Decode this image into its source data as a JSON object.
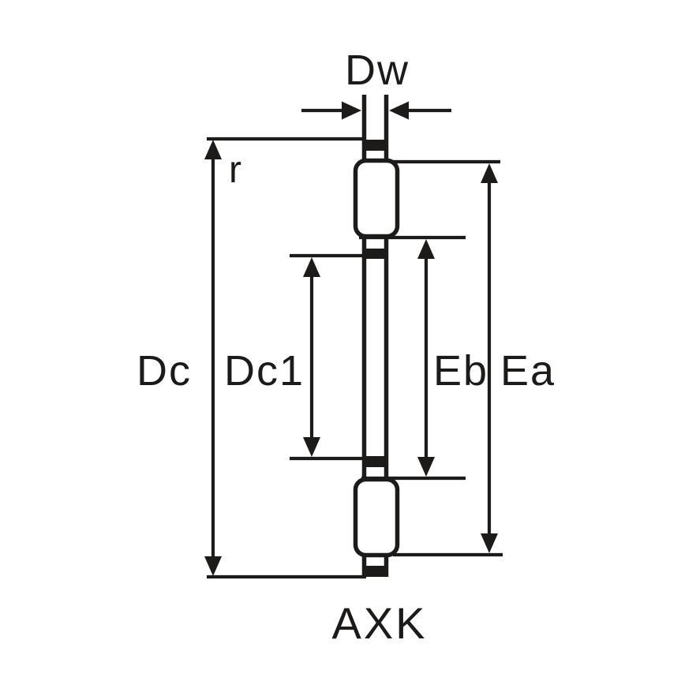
{
  "diagram": {
    "part_label": "AXK",
    "dimension_labels": {
      "dw": "Dw",
      "r": "r",
      "dc": "Dc",
      "dc1": "Dc1",
      "eb": "Eb",
      "ea": "Ea"
    },
    "colors": {
      "ink": "#1d1b1a",
      "background": "#ffffff"
    }
  }
}
